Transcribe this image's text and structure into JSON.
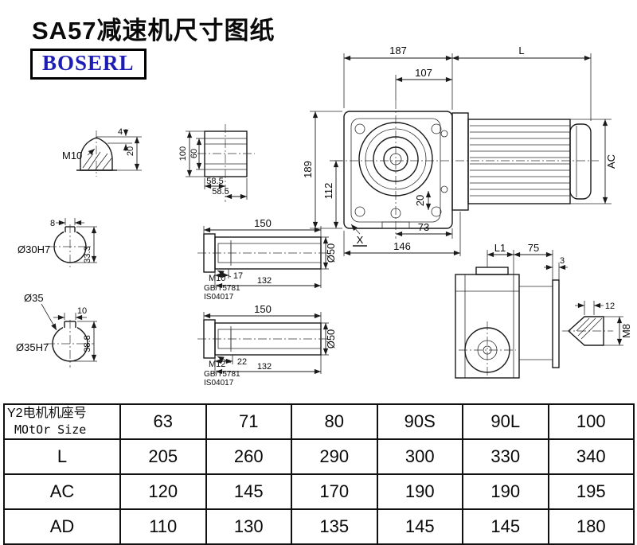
{
  "page": {
    "title": "SA57减速机尺寸图纸",
    "logo": "BOSERL"
  },
  "colors": {
    "logo_blue": "#1d1db5",
    "line": "#1a1a1a"
  },
  "main_view": {
    "dims": {
      "width_187": "187",
      "length_L": "L",
      "width_107": "107",
      "height_189": "189",
      "height_112": "112",
      "offset_20": "20",
      "offset_73": "73",
      "width_146": "146",
      "point_X": "X",
      "motor_dia_AC": "AC"
    }
  },
  "plug_detail": {
    "thread": "M10",
    "tip_4": "4",
    "height_20": "20"
  },
  "flange_detail": {
    "dim_100": "100",
    "dim_60": "60",
    "dim_585_a": "58.5",
    "dim_585_b": "58.5"
  },
  "bore_30": {
    "key_width_8": "8",
    "bore_label": "Ø30H7",
    "key_depth": "33.3"
  },
  "bore_35": {
    "key_width_10": "10",
    "shaft_label": "Ø35",
    "bore_label": "Ø35H7",
    "key_depth": "38.8"
  },
  "shaft_detail_1": {
    "length_150": "150",
    "thread": "M10",
    "std_line1": "GB/T5781",
    "std_line2": "IS04017",
    "dim_17": "17",
    "dim_132": "132",
    "dia_50": "Ø50"
  },
  "shaft_detail_2": {
    "length_150": "150",
    "thread": "M12",
    "std_line1": "GB/T5781",
    "std_line2": "IS04017",
    "dim_22": "22",
    "dim_132": "132",
    "dia_50": "Ø50"
  },
  "side_view": {
    "dim_L1": "L1",
    "dim_75": "75",
    "dim_3": "3",
    "dim_12": "12",
    "thread_M8": "M8"
  },
  "size_table": {
    "header": {
      "label_line1": "Y2电机机座号",
      "label_line2": "MOtOr Size",
      "sizes": [
        "63",
        "71",
        "80",
        "90S",
        "90L",
        "100"
      ]
    },
    "rows": [
      {
        "label": "L",
        "values": [
          "205",
          "260",
          "290",
          "300",
          "330",
          "340"
        ]
      },
      {
        "label": "AC",
        "values": [
          "120",
          "145",
          "170",
          "190",
          "190",
          "195"
        ]
      },
      {
        "label": "AD",
        "values": [
          "110",
          "130",
          "135",
          "145",
          "145",
          "180"
        ]
      }
    ]
  }
}
